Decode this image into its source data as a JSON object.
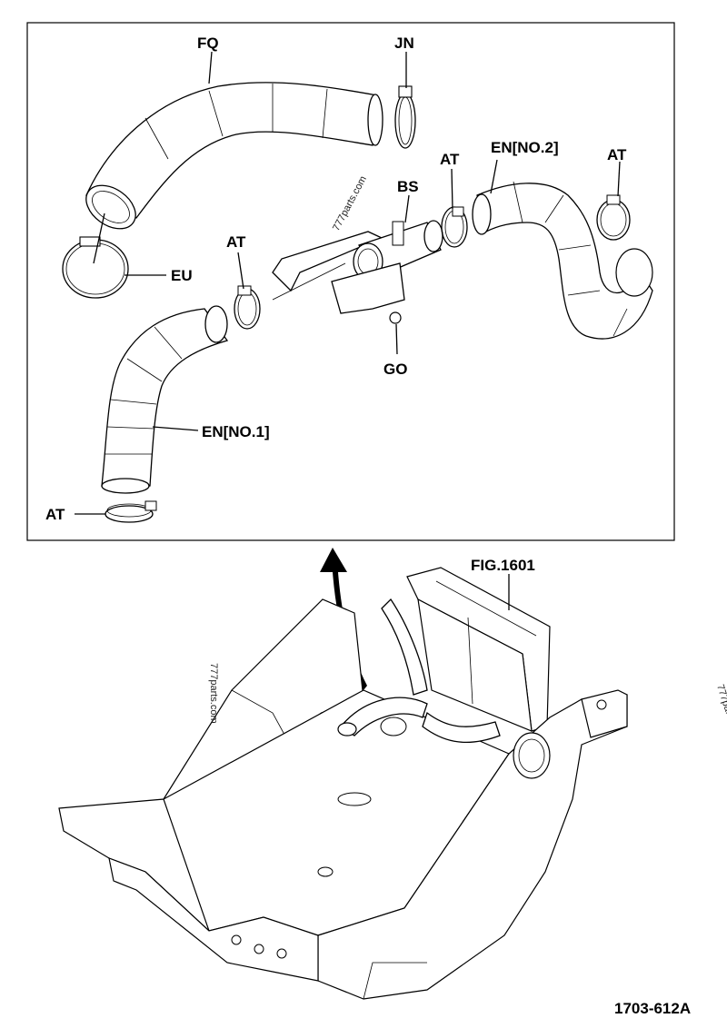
{
  "labels": {
    "fq": "FQ",
    "jn": "JN",
    "at_clamp_mid": "AT",
    "en_no2": "EN[NO.2]",
    "at_clamp_right": "AT",
    "bs": "BS",
    "at_clamp_left": "AT",
    "eu": "EU",
    "go": "GO",
    "en_no1": "EN[NO.1]",
    "at_clamp_bottom": "AT",
    "fig_ref": "FIG.1601",
    "drawing_no": "1703-612A"
  },
  "watermarks": {
    "wm1": "777parts.com",
    "wm2": "777parts.com",
    "wm3": "777parts.com"
  }
}
